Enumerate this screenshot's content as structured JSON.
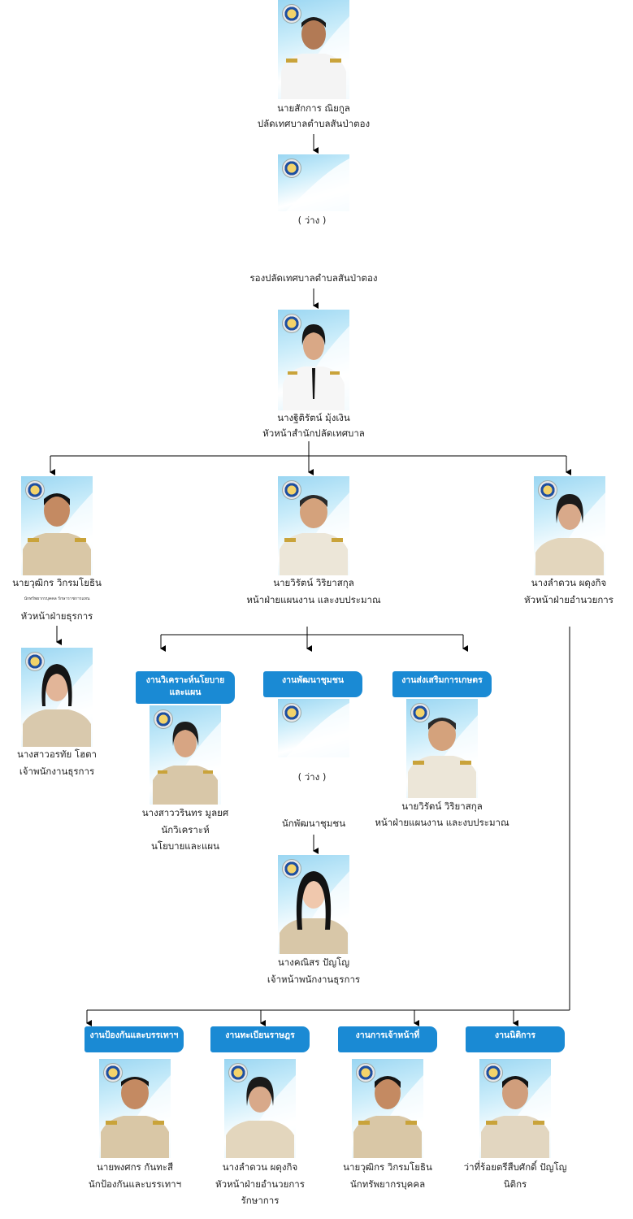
{
  "top": {
    "name": "นายสักการ ณิยกูล",
    "title": "ปลัดเทศบาลตำบลสันป่าตอง"
  },
  "deputy_vacant": {
    "name": "( ว่าง )"
  },
  "deputy_label": "รองปลัดเทศบาลตำบลสันป่าตอง",
  "office_head": {
    "name": "นางฐิติรัตน์ มุ้งเงิน",
    "title": "หัวหน้าสำนักปลัดเทศบาล"
  },
  "left_head": {
    "name": "นายวุฒิกร วิกรมโยธิน",
    "sub": "นักทรัพยากรบุคคล รักษาราชการแทน",
    "title": "หัวหน้าฝ่ายธุรการ"
  },
  "left_staff": {
    "name": "นางสาวอรทัย โฮตา",
    "title": "เจ้าพนักงานธุรการ"
  },
  "mid_head": {
    "name": "นายวิรัตน์ วิริยาสกุล",
    "title": "หน้าฝ่ายแผนงาน และงบประมาณ"
  },
  "right_head": {
    "name": "นางลำดวน ผดุงกิจ",
    "title": "หัวหน้าฝ่ายอำนวยการ"
  },
  "policy": {
    "header": "งานวิเคราะห์นโยบายและแผน",
    "name": "นางสาววรินทร มูลยศ",
    "title1": "นักวิเคราะห์",
    "title2": "นโยบายและแผน"
  },
  "community": {
    "header": "งานพัฒนาชุมชน",
    "name": "( ว่าง )",
    "title": "นักพัฒนาชุมชน"
  },
  "agri": {
    "header": "งานส่งเสริมการเกษตร",
    "name": "นายวิรัตน์ วิริยาสกุล",
    "title": "หน้าฝ่ายแผนงาน และงบประมาณ"
  },
  "clerk": {
    "name": "นางคณิสร ปัญโญ",
    "title": "เจ้าหน้าพนักงานธุรการ"
  },
  "bottom": [
    {
      "header": "งานป้องกันและบรรเทาฯ",
      "name": "นายพงศกร กันทะสี",
      "title": "นักป้องกันและบรรเทาฯ",
      "title2": ""
    },
    {
      "header": "งานทะเบียนราษฎร",
      "name": "นางลำดวน ผดุงกิจ",
      "title": "หัวหน้าฝ่ายอำนวยการ",
      "title2": "รักษาการ"
    },
    {
      "header": "งานการเจ้าหน้าที่",
      "name": "นายวุฒิกร วิกรมโยธิน",
      "title": "นักทรัพยากรบุคคล",
      "title2": ""
    },
    {
      "header": "งานนิติการ",
      "name": "ว่าที่ร้อยตรีสืบศักดิ์ ปัญโญ",
      "title": "นิติกร",
      "title2": ""
    }
  ],
  "colors": {
    "header_blue": "#1a8ad4",
    "line": "#000000",
    "sky": "#9ad6f2"
  }
}
